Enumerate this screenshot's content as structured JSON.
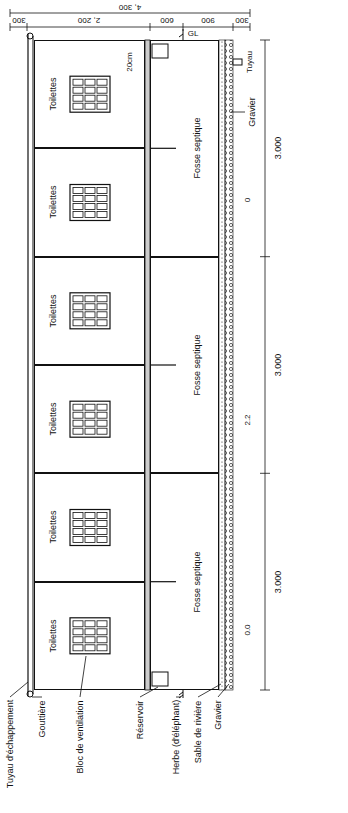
{
  "diagram": {
    "nodes": [
      {
        "text": [
          "Toilettes"
        ]
      },
      {
        "text": [
          "Toilettes"
        ]
      },
      {
        "text": [
          "Toilettes"
        ]
      },
      {
        "text": [
          "Toilettes"
        ]
      },
      {
        "text": [
          "Toilettes"
        ]
      },
      {
        "text": [
          "Toilettes"
        ]
      },
      {
        "text": [
          "Fosse septique"
        ]
      },
      {
        "text": [
          "Fosse septique"
        ]
      },
      {
        "text": [
          "Fosse septique"
        ]
      }
    ],
    "labels": [
      "4, 300",
      "300",
      "2, 200",
      "600",
      "900",
      "300",
      "GL",
      "Tuyau",
      "Gravier",
      "20cm",
      "0",
      "2.2",
      "0.0",
      "3.000",
      "3.000",
      "3.000",
      "Tuyau d'échappement",
      "Gouttière",
      "Bloc de ventilation",
      "Réservoir",
      "Herbe (d'éléphant)",
      "Sable de rivière",
      "Gravier"
    ]
  }
}
